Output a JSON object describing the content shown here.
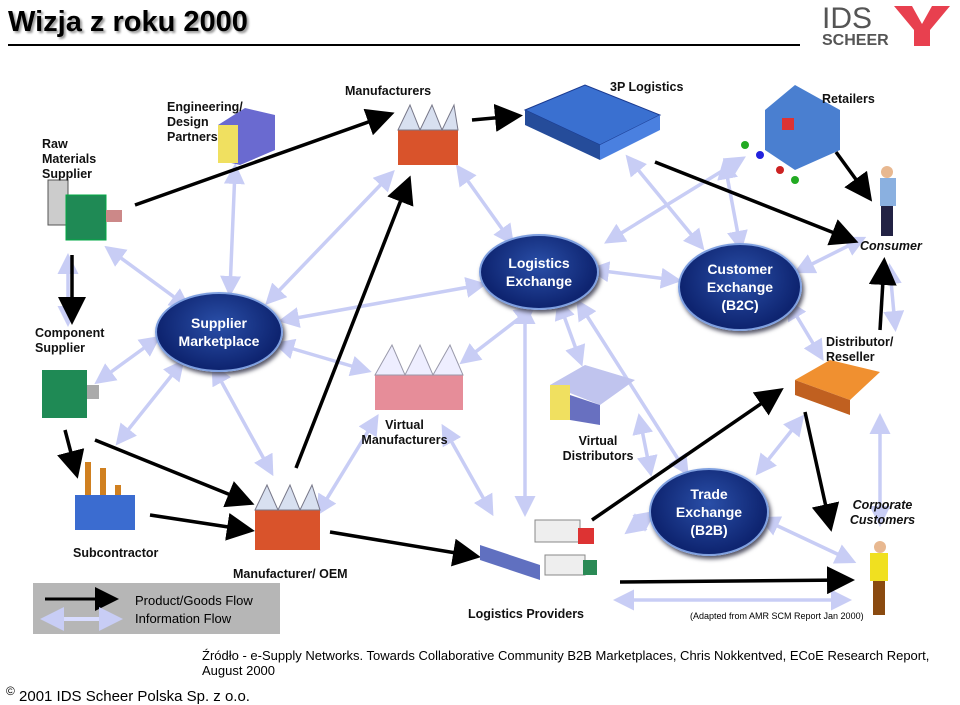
{
  "title": "Wizja z roku 2000",
  "logo": {
    "line1": "IDS",
    "line2": "SCHEER"
  },
  "nodes": {
    "raw_materials": "Raw Materials Supplier",
    "engineering": "Engineering/ Design Partners",
    "manufacturers": "Manufacturers",
    "logistics_3p": "3P Logistics",
    "retailers": "Retailers",
    "consumer": "Consumer",
    "component": "Component Supplier",
    "distributor": "Distributor/ Reseller",
    "virtual_manufacturers": "Virtual Manufacturers",
    "virtual_distributors": "Virtual Distributors",
    "subcontractor": "Subcontractor",
    "oem": "Manufacturer/ OEM",
    "corporate": "Corporate Customers",
    "logistics_providers": "Logistics Providers"
  },
  "exchanges": {
    "supplier_marketplace": [
      "Supplier",
      "Marketplace"
    ],
    "logistics_exchange": [
      "Logistics",
      "Exchange"
    ],
    "customer_exchange": [
      "Customer",
      "Exchange",
      "(B2C)"
    ],
    "trade_exchange": [
      "Trade",
      "Exchange",
      "(B2B)"
    ]
  },
  "legend": {
    "product": "Product/Goods Flow",
    "information": "Information Flow"
  },
  "note": "(Adapted from AMR SCM Report Jan 2000)",
  "source": "Źródło - e-Supply Networks. Towards Collaborative Community B2B Marketplaces, Chris Nokkentved, ECoE Research Report, August 2000",
  "copyright_symbol": "©",
  "footer": "2001 IDS Scheer Polska Sp. z o.o.",
  "colors": {
    "product_flow": "#000000",
    "information_flow": "#c8cdf5",
    "exchange": "#1a3a90",
    "logo_red": "#e8404f"
  }
}
